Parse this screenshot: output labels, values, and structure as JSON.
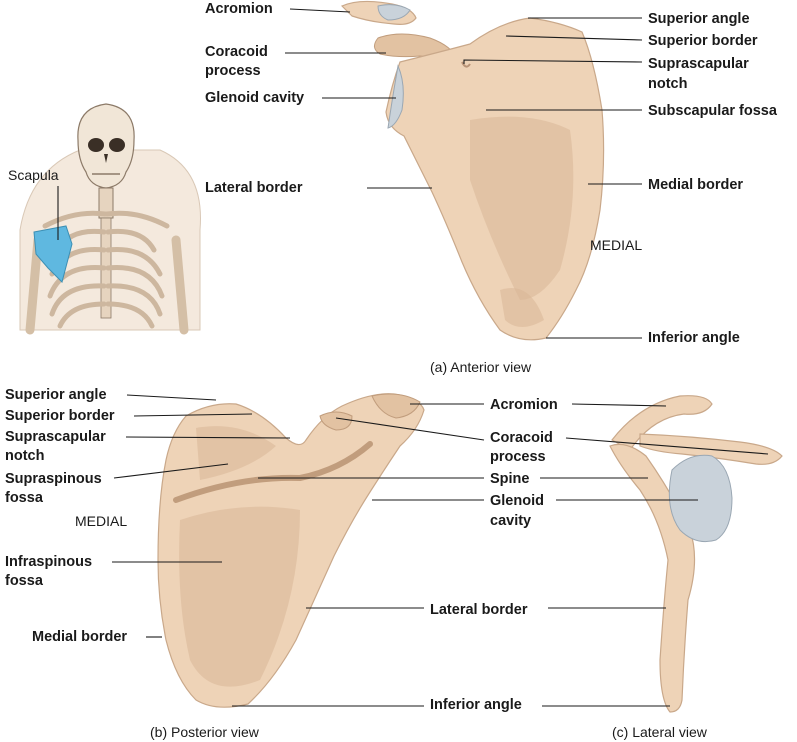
{
  "labels": {
    "anterior": {
      "acromion": "Acromion",
      "coracoid_1": "Coracoid",
      "coracoid_2": "process",
      "glenoid": "Glenoid cavity",
      "lateral_border": "Lateral border",
      "superior_angle": "Superior angle",
      "superior_border": "Superior border",
      "suprascapular_1": "Suprascapular",
      "suprascapular_2": "notch",
      "subscapular": "Subscapular fossa",
      "medial_border": "Medial border",
      "medial": "MEDIAL",
      "inferior_angle": "Inferior angle"
    },
    "inset": {
      "scapula": "Scapula"
    },
    "posterior": {
      "superior_angle": "Superior angle",
      "superior_border": "Superior border",
      "suprascapular_1": "Suprascapular",
      "suprascapular_2": "notch",
      "supraspinous_1": "Supraspinous",
      "supraspinous_2": "fossa",
      "medial": "MEDIAL",
      "infraspinous_1": "Infraspinous",
      "infraspinous_2": "fossa",
      "medial_border": "Medial border"
    },
    "shared": {
      "acromion": "Acromion",
      "coracoid_1": "Coracoid",
      "coracoid_2": "process",
      "spine": "Spine",
      "glenoid_1": "Glenoid",
      "glenoid_2": "cavity",
      "lateral_border": "Lateral border",
      "inferior_angle": "Inferior angle"
    }
  },
  "captions": {
    "a": "(a) Anterior view",
    "b": "(b) Posterior view",
    "c": "(c) Lateral view"
  },
  "colors": {
    "bone": "#eed3b7",
    "cartilage": "#c9d2da",
    "highlight": "#5fb8e0",
    "text": "#1a1a1a"
  }
}
